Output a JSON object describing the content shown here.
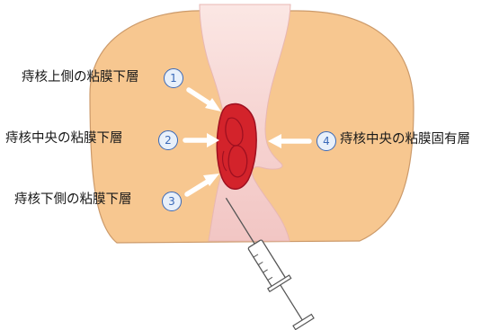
{
  "colors": {
    "tissue": "#F7C790",
    "tissue_outline": "#CC9A6A",
    "canal": "#F6D4D2",
    "hemorrhoid": "#D3232B",
    "hemorrhoid_dark": "#9E1020",
    "arrow": "#ffffff",
    "badge": "#3A69B8"
  },
  "labels": [
    {
      "number": "1",
      "text": "痔核上側の粘膜下層"
    },
    {
      "number": "2",
      "text": "痔核中央の粘膜下層"
    },
    {
      "number": "3",
      "text": "痔核下側の粘膜下層"
    },
    {
      "number": "4",
      "text": "痔核中央の粘膜固有層"
    }
  ],
  "icons": {
    "syringe": "syringe-icon"
  }
}
